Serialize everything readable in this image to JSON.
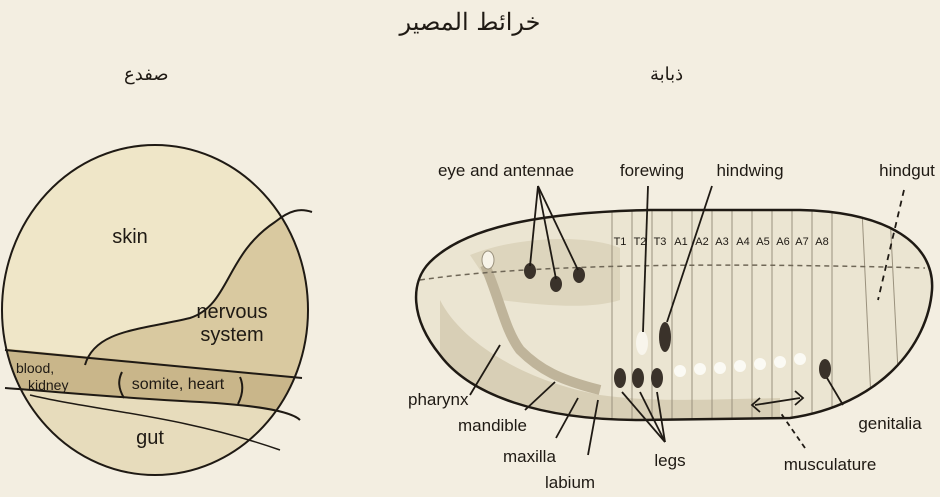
{
  "title": "خرائط المصير",
  "frog": {
    "heading": "صفدع",
    "regions": {
      "skin": "skin",
      "nervous_1": "nervous",
      "nervous_2": "system",
      "blood": "blood,",
      "kidney": "kidney",
      "somite": "somite, heart",
      "gut": "gut"
    }
  },
  "fly": {
    "heading": "ذبابة",
    "labels": {
      "eye": "eye and antennae",
      "forewing": "forewing",
      "hindwing": "hindwing",
      "hindgut": "hindgut",
      "pharynx": "pharynx",
      "mandible": "mandible",
      "maxilla": "maxilla",
      "labium": "labium",
      "legs": "legs",
      "musculature": "musculature",
      "genitalia": "genitalia"
    },
    "segments": [
      "T1",
      "T2",
      "T3",
      "A1",
      "A2",
      "A3",
      "A4",
      "A5",
      "A6",
      "A7",
      "A8"
    ]
  }
}
